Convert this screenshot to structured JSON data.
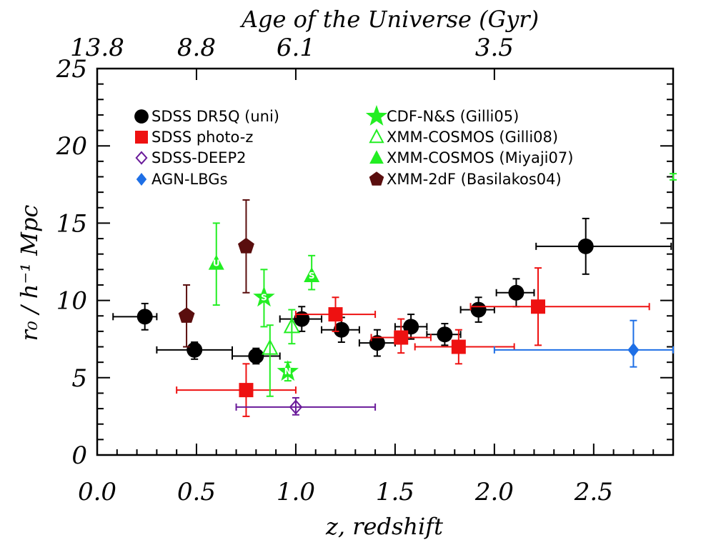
{
  "chart_data": {
    "type": "scatter",
    "top_axis": {
      "title": "Age of the Universe (Gyr)",
      "ticks": [
        {
          "z": 0.0,
          "label": "13.8"
        },
        {
          "z": 0.5,
          "label": "8.8"
        },
        {
          "z": 1.0,
          "label": "6.1"
        },
        {
          "z": 2.0,
          "label": "3.5"
        }
      ]
    },
    "xlabel": "z, redshift",
    "ylabel": "r₀ / h⁻¹ Mpc",
    "xlim": [
      0.0,
      2.9
    ],
    "ylim": [
      0,
      25
    ],
    "x_ticks": [
      "0.0",
      "0.5",
      "1.0",
      "1.5",
      "2.0",
      "2.5"
    ],
    "y_ticks": [
      "0",
      "5",
      "10",
      "15",
      "20",
      "25"
    ],
    "grid": false,
    "legend_position": "top-left",
    "series": [
      {
        "name": "SDSS DR5Q (uni)",
        "marker": "circle",
        "color": "#000000",
        "points": [
          {
            "x": 0.24,
            "y": 8.95,
            "xlo": 0.08,
            "xhi": 0.3,
            "ylo": 8.1,
            "yhi": 9.8
          },
          {
            "x": 0.49,
            "y": 6.8,
            "xlo": 0.3,
            "xhi": 0.68,
            "ylo": 6.2,
            "yhi": 7.3
          },
          {
            "x": 0.8,
            "y": 6.4,
            "xlo": 0.68,
            "xhi": 0.92,
            "ylo": 5.9,
            "yhi": 6.9
          },
          {
            "x": 1.03,
            "y": 8.8,
            "xlo": 0.92,
            "xhi": 1.13,
            "ylo": 8.0,
            "yhi": 9.6
          },
          {
            "x": 1.23,
            "y": 8.1,
            "xlo": 1.13,
            "xhi": 1.32,
            "ylo": 7.3,
            "yhi": 8.9
          },
          {
            "x": 1.41,
            "y": 7.25,
            "xlo": 1.32,
            "xhi": 1.5,
            "ylo": 6.4,
            "yhi": 8.1
          },
          {
            "x": 1.58,
            "y": 8.3,
            "xlo": 1.5,
            "xhi": 1.66,
            "ylo": 7.5,
            "yhi": 9.1
          },
          {
            "x": 1.75,
            "y": 7.8,
            "xlo": 1.66,
            "xhi": 1.83,
            "ylo": 7.1,
            "yhi": 8.5
          },
          {
            "x": 1.92,
            "y": 9.4,
            "xlo": 1.83,
            "xhi": 2.0,
            "ylo": 8.6,
            "yhi": 10.2
          },
          {
            "x": 2.11,
            "y": 10.5,
            "xlo": 2.01,
            "xhi": 2.2,
            "ylo": 9.6,
            "yhi": 11.4
          },
          {
            "x": 2.46,
            "y": 13.5,
            "xlo": 2.21,
            "xhi": 2.89,
            "ylo": 11.7,
            "yhi": 15.3
          }
        ]
      },
      {
        "name": "SDSS photo-z",
        "marker": "square",
        "color": "#ee1111",
        "points": [
          {
            "x": 0.75,
            "y": 4.2,
            "xlo": 0.4,
            "xhi": 1.0,
            "ylo": 2.5,
            "yhi": 5.9
          },
          {
            "x": 1.2,
            "y": 9.1,
            "xlo": 1.0,
            "xhi": 1.4,
            "ylo": 8.0,
            "yhi": 10.2
          },
          {
            "x": 1.53,
            "y": 7.6,
            "xlo": 1.38,
            "xhi": 1.68,
            "ylo": 6.6,
            "yhi": 8.8
          },
          {
            "x": 1.82,
            "y": 7.0,
            "xlo": 1.6,
            "xhi": 2.1,
            "ylo": 5.9,
            "yhi": 8.1
          },
          {
            "x": 2.22,
            "y": 9.6,
            "xlo": 1.88,
            "xhi": 2.78,
            "ylo": 7.1,
            "yhi": 12.1
          }
        ]
      },
      {
        "name": "SDSS-DEEP2",
        "marker": "diamond-open",
        "color": "#6a1b9a",
        "points": [
          {
            "x": 1.0,
            "y": 3.1,
            "xlo": 0.7,
            "xhi": 1.4,
            "ylo": 2.6,
            "yhi": 3.7
          }
        ]
      },
      {
        "name": "AGN-LBGs",
        "marker": "diamond",
        "color": "#1e6fe6",
        "points": [
          {
            "x": 2.7,
            "y": 6.8,
            "xlo": 2.0,
            "xhi": 2.9,
            "ylo": 5.7,
            "yhi": 8.7
          }
        ]
      },
      {
        "name": "CDF-N&S (Gilli05)",
        "marker": "star",
        "color": "#22ee22",
        "points": [
          {
            "x": 0.84,
            "y": 10.2,
            "label": "S",
            "ylo": 8.3,
            "yhi": 12.0
          },
          {
            "x": 0.96,
            "y": 5.4,
            "label": "N",
            "ylo": 4.8,
            "yhi": 6.0
          }
        ]
      },
      {
        "name": "XMM-COSMOS (Gilli08)",
        "marker": "triangle-open",
        "color": "#22ee22",
        "points": [
          {
            "x": 0.87,
            "y": 6.9,
            "ylo": 3.8,
            "yhi": 8.4
          },
          {
            "x": 0.98,
            "y": 8.3,
            "ylo": 7.2,
            "yhi": 9.4
          }
        ]
      },
      {
        "name": "XMM-COSMOS (Miyaji07)",
        "marker": "triangle",
        "color": "#22ee22",
        "points": [
          {
            "x": 0.6,
            "y": 12.4,
            "label": "U",
            "ylo": 9.7,
            "yhi": 15.0
          },
          {
            "x": 1.08,
            "y": 11.6,
            "label": "S",
            "ylo": 10.7,
            "yhi": 12.9
          },
          {
            "x": 2.9,
            "y": 18.0,
            "ylo": 17.8,
            "yhi": 18.2
          }
        ]
      },
      {
        "name": "XMM-2dF (Basilakos04)",
        "marker": "pentagon",
        "color": "#5a0e0e",
        "points": [
          {
            "x": 0.45,
            "y": 9.0,
            "ylo": 7.0,
            "yhi": 11.0
          },
          {
            "x": 0.75,
            "y": 13.5,
            "ylo": 10.5,
            "yhi": 16.5
          }
        ]
      }
    ]
  }
}
